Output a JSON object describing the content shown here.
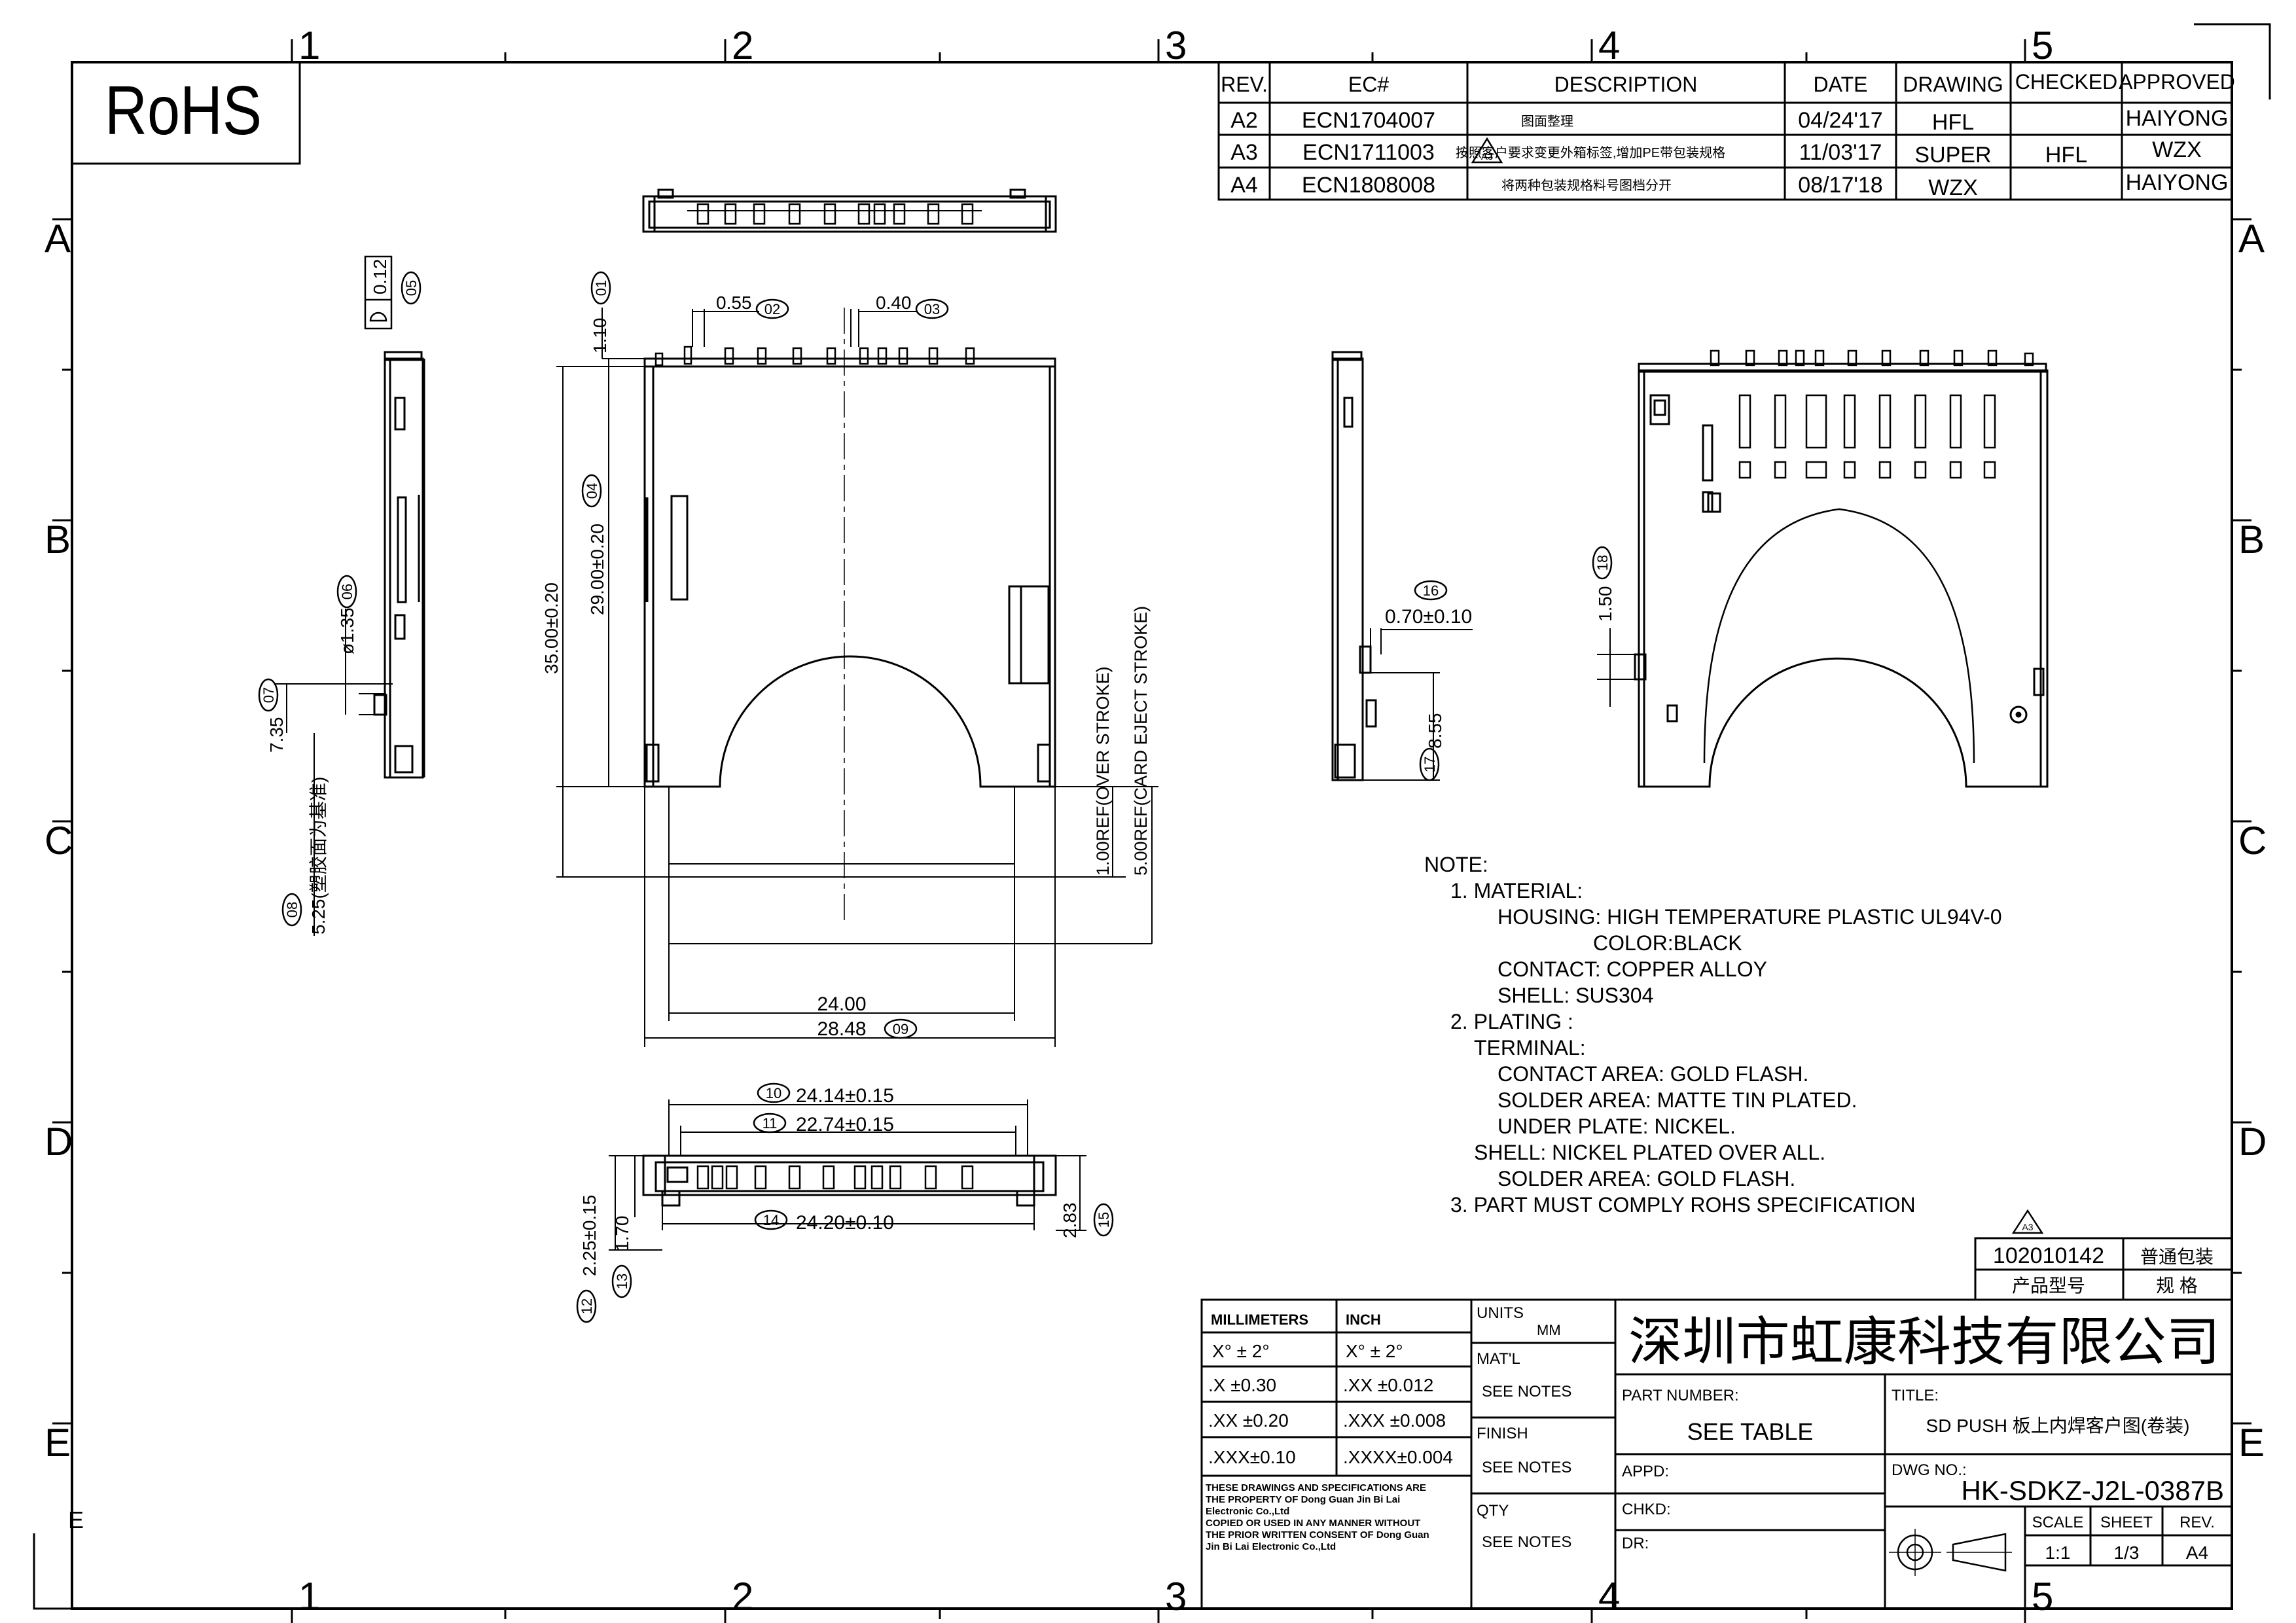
{
  "sheet": {
    "rohs_label": "RoHS",
    "zone_numbers": [
      "1",
      "2",
      "3",
      "4",
      "5"
    ],
    "zone_letters": [
      "A",
      "B",
      "C",
      "D",
      "E"
    ],
    "corner_mark": "E"
  },
  "revision_table": {
    "headers": [
      "REV.",
      "EC#",
      "DESCRIPTION",
      "DATE",
      "DRAWING",
      "CHECKED",
      "APPROVED"
    ],
    "rows": [
      {
        "rev": "A2",
        "ec": "ECN1704007",
        "desc": "图面整理",
        "date": "04/24'17",
        "drawing": "HFL",
        "checked": "",
        "approved": "HAIYONG"
      },
      {
        "rev": "A3",
        "ec": "ECN1711003",
        "desc": "按照客户要求变更外箱标签,增加PE带包装规格",
        "date": "11/03'17",
        "drawing": "SUPER",
        "checked": "HFL",
        "approved": "WZX"
      },
      {
        "rev": "A4",
        "ec": "ECN1808008",
        "desc": "将两种包装规格料号图档分开",
        "date": "08/17'18",
        "drawing": "WZX",
        "checked": "",
        "approved": "HAIYONG"
      }
    ],
    "rev_flag": "A3"
  },
  "dimensions": {
    "d01": {
      "id": "01",
      "value": "1.10"
    },
    "d02": {
      "id": "02",
      "value": "0.55"
    },
    "d03": {
      "id": "03",
      "value": "0.40"
    },
    "d04": {
      "id": "04",
      "value": "29.00±0.20"
    },
    "d35": {
      "value": "35.00±0.20"
    },
    "d05": {
      "id": "05",
      "value": "0.12"
    },
    "d06": {
      "id": "06",
      "value": "ø1.35"
    },
    "d07": {
      "id": "07",
      "value": "7.35"
    },
    "d08": {
      "id": "08",
      "value": "5.25(塑胶面为基准)"
    },
    "d09": {
      "id": "09",
      "value": "28.48"
    },
    "d24": {
      "value": "24.00"
    },
    "over_stroke": {
      "value": "1.00REF(OVER STROKE)"
    },
    "eject_stroke": {
      "value": "5.00REF(CARD EJECT STROKE)"
    },
    "d10": {
      "id": "10",
      "value": "24.14±0.15"
    },
    "d11": {
      "id": "11",
      "value": "22.74±0.15"
    },
    "d12": {
      "id": "12",
      "value": "2.25±0.15"
    },
    "d13": {
      "id": "13",
      "value": "1.70"
    },
    "d14": {
      "id": "14",
      "value": "24.20±0.10"
    },
    "d15": {
      "id": "15",
      "value": "2.83"
    },
    "d16": {
      "id": "16",
      "value": "0.70±0.10"
    },
    "d17": {
      "id": "17",
      "value": "8.55"
    },
    "d18": {
      "id": "18",
      "value": "1.50"
    }
  },
  "notes": {
    "title": "NOTE:",
    "lines": [
      "1. MATERIAL:",
      "HOUSING: HIGH TEMPERATURE PLASTIC UL94V-0",
      "COLOR:BLACK",
      "CONTACT: COPPER ALLOY",
      "SHELL: SUS304",
      "2. PLATING :",
      "TERMINAL:",
      "CONTACT AREA: GOLD FLASH.",
      "SOLDER AREA: MATTE TIN   PLATED.",
      "UNDER PLATE: NICKEL.",
      "SHELL: NICKEL PLATED OVER ALL.",
      "SOLDER AREA: GOLD FLASH.",
      "3. PART MUST COMPLY ROHS SPECIFICATION"
    ]
  },
  "part_table": {
    "flag": "A3",
    "part_no": "102010142",
    "packing": "普通包装",
    "part_no_label": "产品型号",
    "spec_label": "规 格"
  },
  "title_block": {
    "mm_header": "MILLIMETERS",
    "inch_header": "INCH",
    "mm_tol": [
      "X°  ± 2°",
      ".X   ±0.30",
      ".XX  ±0.20",
      ".XXX±0.10"
    ],
    "inch_tol": [
      "X°   ± 2°",
      ".XX   ±0.012",
      ".XXX  ±0.008",
      ".XXXX±0.004"
    ],
    "property_note": [
      "THESE DRAWINGS AND SPECIFICATIONS ARE",
      "THE PROPERTY OF Dong Guan Jin Bi Lai",
      "Electronic Co.,Ltd",
      "COPIED OR USED IN ANY MANNER WITHOUT",
      "THE PRIOR WRITTEN CONSENT OF Dong Guan",
      "Jin Bi Lai Electronic Co.,Ltd"
    ],
    "units_label": "UNITS",
    "units_value": "MM",
    "matl_label": "MAT'L",
    "matl_value": "SEE NOTES",
    "finish_label": "FINISH",
    "finish_value": "SEE NOTES",
    "qty_label": "QTY",
    "qty_value": "SEE NOTES",
    "company": "深圳市虹康科技有限公司",
    "part_number_label": "PART NUMBER:",
    "part_number_value": "SEE TABLE",
    "title_label": "TITLE:",
    "title_value": "SD PUSH 板上内焊客户图(卷装)",
    "appd_label": "APPD:",
    "chkd_label": "CHKD:",
    "dr_label": "DR:",
    "dwg_label": "DWG NO.:",
    "dwg_value": "HK-SDKZ-J2L-0387B",
    "scale_label": "SCALE",
    "scale_value": "1:1",
    "sheet_label": "SHEET",
    "sheet_value": "1/3",
    "rev_label": "REV.",
    "rev_value": "A4"
  }
}
